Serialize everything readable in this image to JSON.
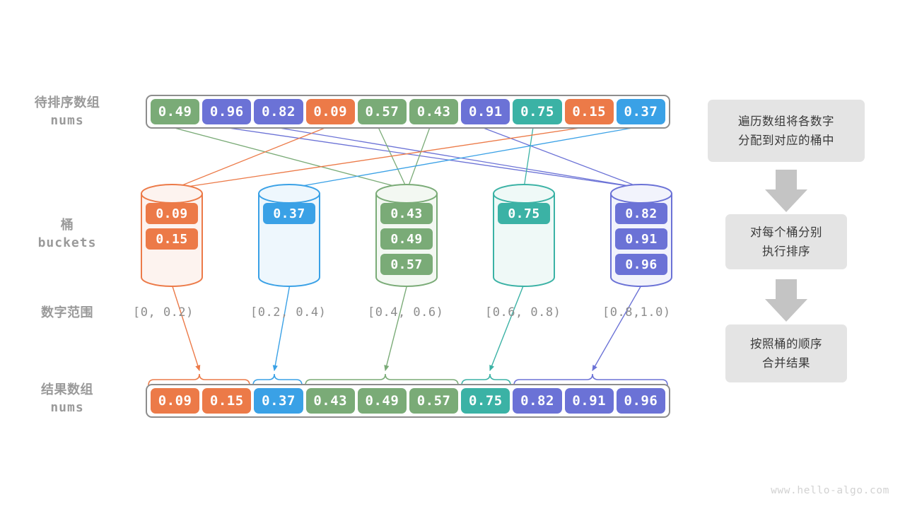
{
  "palette": {
    "orange": "#ec7a48",
    "blue": "#3aa1e6",
    "green": "#7aab77",
    "teal": "#3bb2a5",
    "purple": "#6b72d6",
    "gray_border": "#8d8d8d",
    "flow_bg": "#e4e4e4",
    "label_gray": "#9a9a9a",
    "arrow_gray": "#c4c4c4",
    "watermark": "#d2d2d2"
  },
  "labels": {
    "input_array": {
      "line1": "待排序数组",
      "line2": "nums"
    },
    "buckets": {
      "line1": "桶",
      "line2": "buckets"
    },
    "number_range": {
      "line1": "数字范围"
    },
    "result_array": {
      "line1": "结果数组",
      "line2": "nums"
    }
  },
  "input_array": {
    "values": [
      "0.49",
      "0.96",
      "0.82",
      "0.09",
      "0.57",
      "0.43",
      "0.91",
      "0.75",
      "0.15",
      "0.37"
    ],
    "colors": [
      "#7aab77",
      "#6b72d6",
      "#6b72d6",
      "#ec7a48",
      "#7aab77",
      "#7aab77",
      "#6b72d6",
      "#3bb2a5",
      "#ec7a48",
      "#3aa1e6"
    ]
  },
  "result_array": {
    "values": [
      "0.09",
      "0.15",
      "0.37",
      "0.43",
      "0.49",
      "0.57",
      "0.75",
      "0.82",
      "0.91",
      "0.96"
    ],
    "colors": [
      "#ec7a48",
      "#ec7a48",
      "#3aa1e6",
      "#7aab77",
      "#7aab77",
      "#7aab77",
      "#3bb2a5",
      "#6b72d6",
      "#6b72d6",
      "#6b72d6"
    ]
  },
  "buckets": [
    {
      "color": "#ec7a48",
      "fill": "#fdf3ef",
      "range": "[0, 0.2)",
      "values": [
        "0.09",
        "0.15"
      ]
    },
    {
      "color": "#3aa1e6",
      "fill": "#eef7fd",
      "range": "[0.2, 0.4)",
      "values": [
        "0.37"
      ]
    },
    {
      "color": "#7aab77",
      "fill": "#f3f8f2",
      "range": "[0.4, 0.6)",
      "values": [
        "0.43",
        "0.49",
        "0.57"
      ]
    },
    {
      "color": "#3bb2a5",
      "fill": "#eff9f7",
      "range": "[0.6, 0.8)",
      "values": [
        "0.75"
      ]
    },
    {
      "color": "#6b72d6",
      "fill": "#f2f3fc",
      "range": "[0.8,1.0)",
      "values": [
        "0.82",
        "0.91",
        "0.96"
      ]
    }
  ],
  "flow": {
    "steps": [
      {
        "line1": "遍历数组将各数字",
        "line2": "分配到对应的桶中"
      },
      {
        "line1": "对每个桶分别",
        "line2": "执行排序"
      },
      {
        "line1": "按照桶的顺序",
        "line2": "合并结果"
      }
    ]
  },
  "watermark": {
    "text": "www.hello-algo.com"
  }
}
